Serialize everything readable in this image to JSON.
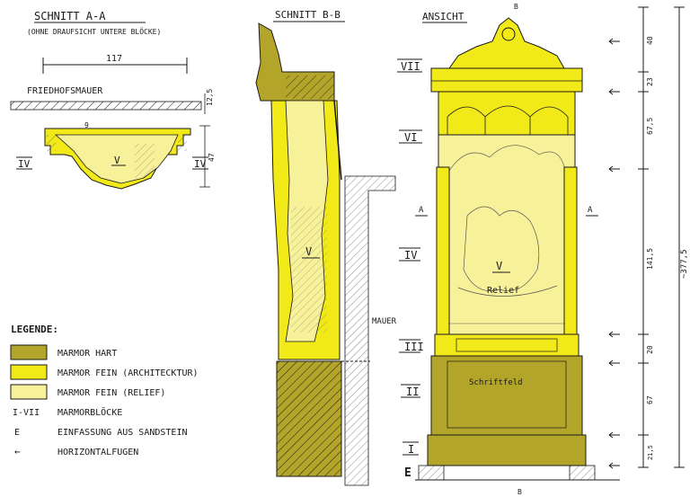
{
  "colors": {
    "marble_hard": "#b3a52a",
    "marble_fine_arch": "#f2ea18",
    "marble_fine_relief": "#f7f199",
    "ink": "#1a1a1a"
  },
  "section_aa": {
    "title": "SCHNITT A-A",
    "subtitle": "(OHNE DRAUFSICHT UNTERE BLÖCKE)",
    "width_dim": "117",
    "wall_label": "FRIEDHOFSMAUER",
    "dim_top": "12,5",
    "dim_small": "9",
    "dim_height": "47",
    "block_left": "IV",
    "block_center": "V",
    "block_right": "IV"
  },
  "section_bb": {
    "title": "SCHNITT B-B",
    "block_label": "V",
    "wall_label": "MAUER"
  },
  "elevation": {
    "title": "ANSICHT",
    "cut_top": "B",
    "cut_left": "A",
    "cut_right": "A",
    "cut_bottom": "B",
    "blocks": [
      "VII",
      "VI",
      "IV",
      "III",
      "II",
      "I"
    ],
    "base_label": "E",
    "relief_block": "V",
    "relief_label": "Relief",
    "inscription_label": "Schriftfeld",
    "dims": [
      "40",
      "23",
      "67,5",
      "141,5",
      "20",
      "67",
      "21,5"
    ],
    "total_dim": "~377,5"
  },
  "legend": {
    "title": "LEGENDE:",
    "items": [
      {
        "label": "MARMOR HART"
      },
      {
        "label": "MARMOR FEIN (ARCHITECKTUR)"
      },
      {
        "label": "MARMOR FEIN (RELIEF)"
      },
      {
        "label": "MARMORBLÖCKE",
        "symbol": "I-VII"
      },
      {
        "label": "EINFASSUNG AUS SANDSTEIN",
        "symbol": "E"
      },
      {
        "label": "HORIZONTALFUGEN",
        "symbol": "←"
      }
    ]
  }
}
